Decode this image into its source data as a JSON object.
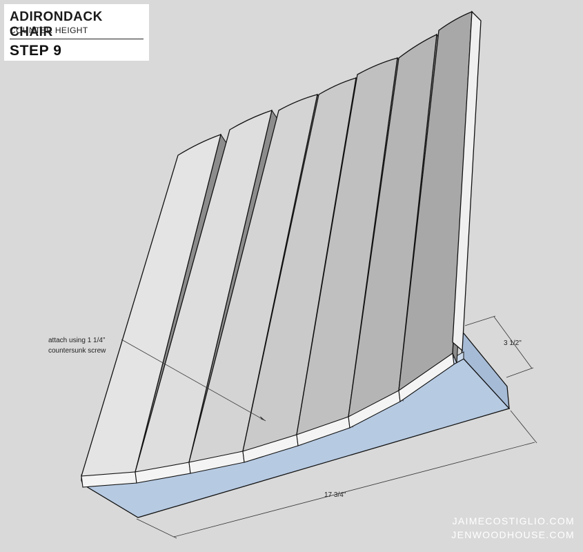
{
  "title": {
    "main": "ADIRONDACK CHAIR",
    "sub": "COUNTER HEIGHT",
    "step": "STEP 9"
  },
  "annotation": {
    "line1": "attach using 1 1/4”",
    "line2": "countersunk screw"
  },
  "dimensions": {
    "height": "3 1/2\"",
    "length": "17 3/4\""
  },
  "credits": {
    "site1": "JAIMECOSTIGLIO.COM",
    "site2": "JENWOODHOUSE.COM"
  },
  "colors": {
    "background": "#d9d9d9",
    "support": "#b6cae2",
    "slat_end": "#f4f4f4"
  },
  "slats": [
    {
      "shade": "#e4e4e4"
    },
    {
      "shade": "#dedede"
    },
    {
      "shade": "#d4d4d4"
    },
    {
      "shade": "#cacaca"
    },
    {
      "shade": "#c0c0c0"
    },
    {
      "shade": "#b5b5b5"
    },
    {
      "shade": "#a8a8a8"
    },
    {
      "shade": "#9a9a9a"
    }
  ]
}
